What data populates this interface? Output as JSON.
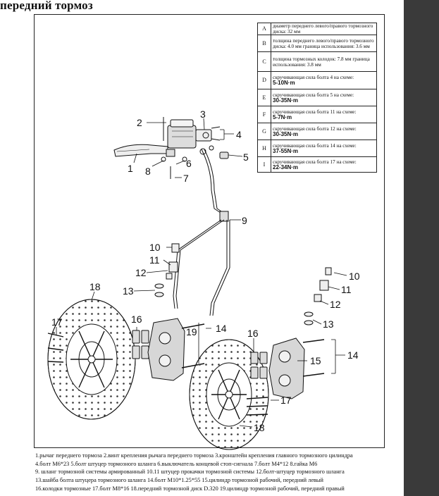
{
  "page": {
    "title": "передний тормоз"
  },
  "spec_table": [
    {
      "letter": "A",
      "text": "диаметр переднего левого/правого тормозного диска: 32 мм",
      "value": ""
    },
    {
      "letter": "B",
      "text": "толщина переднего левого/правого тормозного диска: 4.0 мм граница использования: 3.6 мм",
      "value": ""
    },
    {
      "letter": "C",
      "text": "толщина тормозных колодок: 7.8 мм граница использования: 3.8 мм",
      "value": ""
    },
    {
      "letter": "D",
      "text": "скручивающая сила болта 4 на схеме:",
      "value": "5-10N·m"
    },
    {
      "letter": "E",
      "text": "скручивающая сила болта 5 на схеме:",
      "value": "30-35N·m"
    },
    {
      "letter": "F",
      "text": "скручивающая сила болта 11 на схеме:",
      "value": "5-7N·m"
    },
    {
      "letter": "G",
      "text": "скручивающая сила болта 12 на схеме:",
      "value": "30-35N·m"
    },
    {
      "letter": "H",
      "text": "скручивающая сила болта 14 на схеме:",
      "value": "37-55N·m"
    },
    {
      "letter": "I",
      "text": "скручивающая сила болта 17 на схеме:",
      "value": "22-34N·m"
    }
  ],
  "callouts": [
    "1",
    "2",
    "3",
    "4",
    "5",
    "6",
    "7",
    "8",
    "9",
    "10",
    "11",
    "12",
    "13",
    "14",
    "15",
    "16",
    "17",
    "18",
    "19"
  ],
  "callouts_right": {
    "c10": "10",
    "c11": "11",
    "c12": "12",
    "c13": "13",
    "c14": "14",
    "c15": "15",
    "c16": "16",
    "c17": "17",
    "c18": "18"
  },
  "captions": [
    "1.рычаг переднего тормоза   2.винт крепления рычага переднего тормоза 3.кронштейн крепления главного тормозного цилиндра",
    "4.болт M6*23  5.болт штуцер тормозного шланга 6.выключатель концевой стоп-сигнала  7.болт M4*12  8.гайка M6",
    "  9. шланг тормозной системы армированный 10.11 штуцер прокачки тормозной системы  12.болт-штуцер тормозного шланга",
    "13.шайба болта штуцера тормозного шланга  14.болт M10*1.25*55  15.цилиндр тормозной рабочий, передний левый",
    "16.колодки тормозные  17.болт M8*16    18.передний тормозной диск D.320  19.цилиндр тормозной рабочий, передний правый"
  ]
}
